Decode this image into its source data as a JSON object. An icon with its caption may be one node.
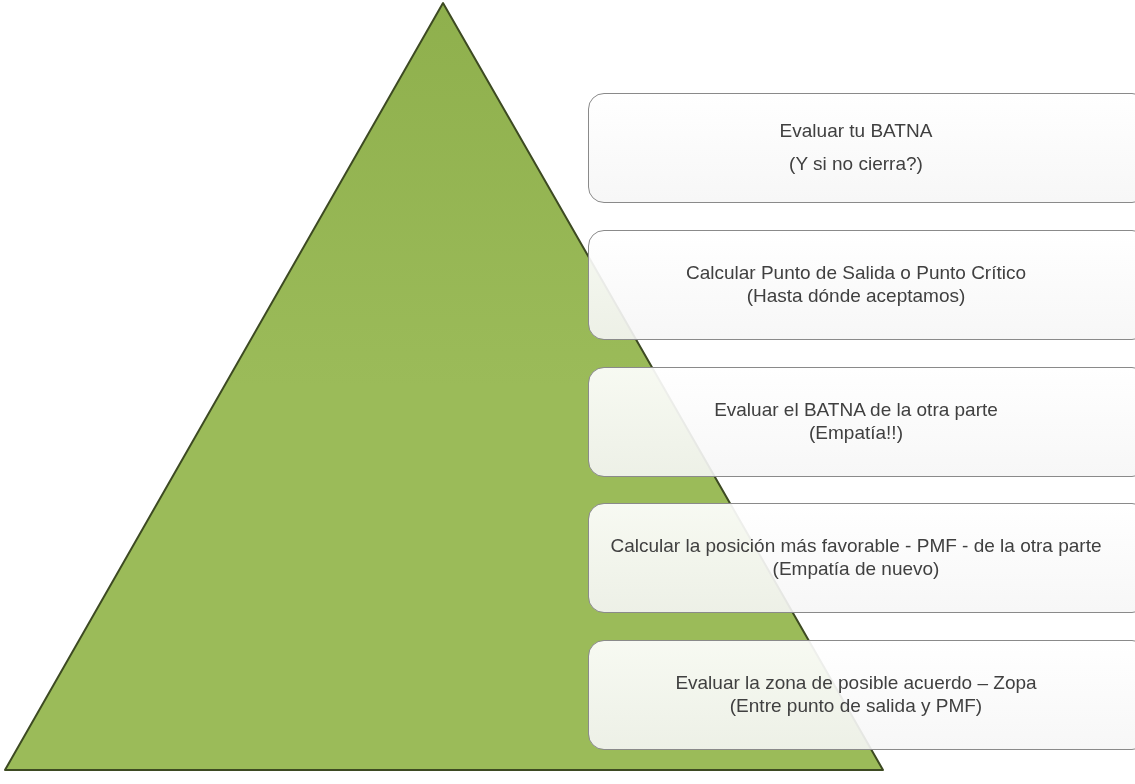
{
  "diagram": {
    "nodes": [
      {
        "text": [
          "Evaluar tu BATNA",
          "(Y si no cierra?)"
        ]
      },
      {
        "text": [
          "Calcular Punto de Salida o Punto Crítico",
          "(Hasta dónde aceptamos)"
        ]
      },
      {
        "text": [
          "Evaluar el BATNA de la otra parte",
          "(Empatía!!)"
        ]
      },
      {
        "text": [
          "Calcular la posición más favorable - PMF - de la otra parte (Empatía de nuevo)"
        ]
      },
      {
        "text": [
          "Evaluar la zona de posible acuerdo – Zopa",
          "(Entre punto de salida y PMF)"
        ]
      }
    ]
  }
}
